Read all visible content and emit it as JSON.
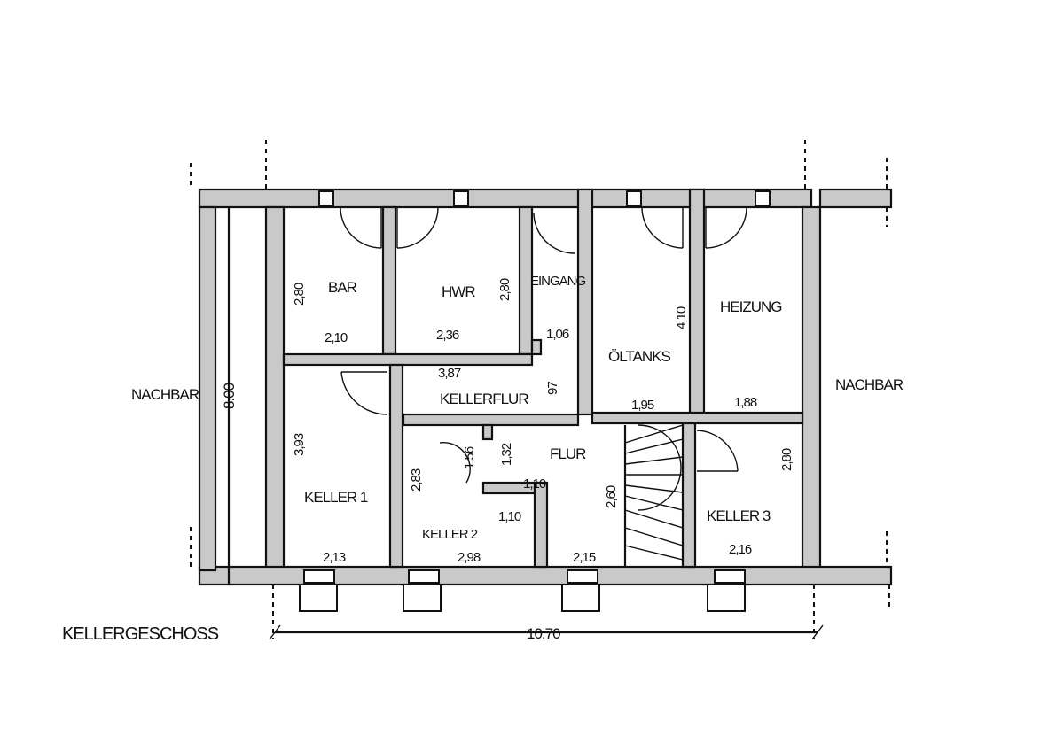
{
  "plan": {
    "title": "KELLERGESCHOSS",
    "neighbors": {
      "left": "NACHBAR",
      "right": "NACHBAR"
    },
    "overall": {
      "height": "8.00",
      "width": "10.70"
    },
    "rooms": {
      "bar": "BAR",
      "hwr": "HWR",
      "eingang": "EINGANG",
      "oltanks": "ÖLTANKS",
      "heizung": "HEIZUNG",
      "kellerflur": "KELLERFLUR",
      "flur": "FLUR",
      "keller1": "KELLER 1",
      "keller2": "KELLER 2",
      "keller3": "KELLER 3"
    },
    "dims": {
      "bar_h": "2,80",
      "bar_w": "2,10",
      "hwr_h": "2,80",
      "hwr_w": "2,36",
      "eingang_w": "1,06",
      "kellerflur_w": "3,87",
      "kellerflur_h": "97",
      "oltanks_h": "4,10",
      "oltanks_w": "1,95",
      "heizung_w": "1,88",
      "keller1_h": "3,93",
      "keller1_w": "2,13",
      "keller2_h": "2,83",
      "keller2_w": "2,98",
      "keller2_step": "1,10",
      "flur_h1": "1,56",
      "flur_h2": "1,32",
      "flur_w": "1,10",
      "stair_h": "2,60",
      "stair_w": "2,15",
      "keller3_h": "2,80",
      "keller3_w": "2,16"
    }
  }
}
